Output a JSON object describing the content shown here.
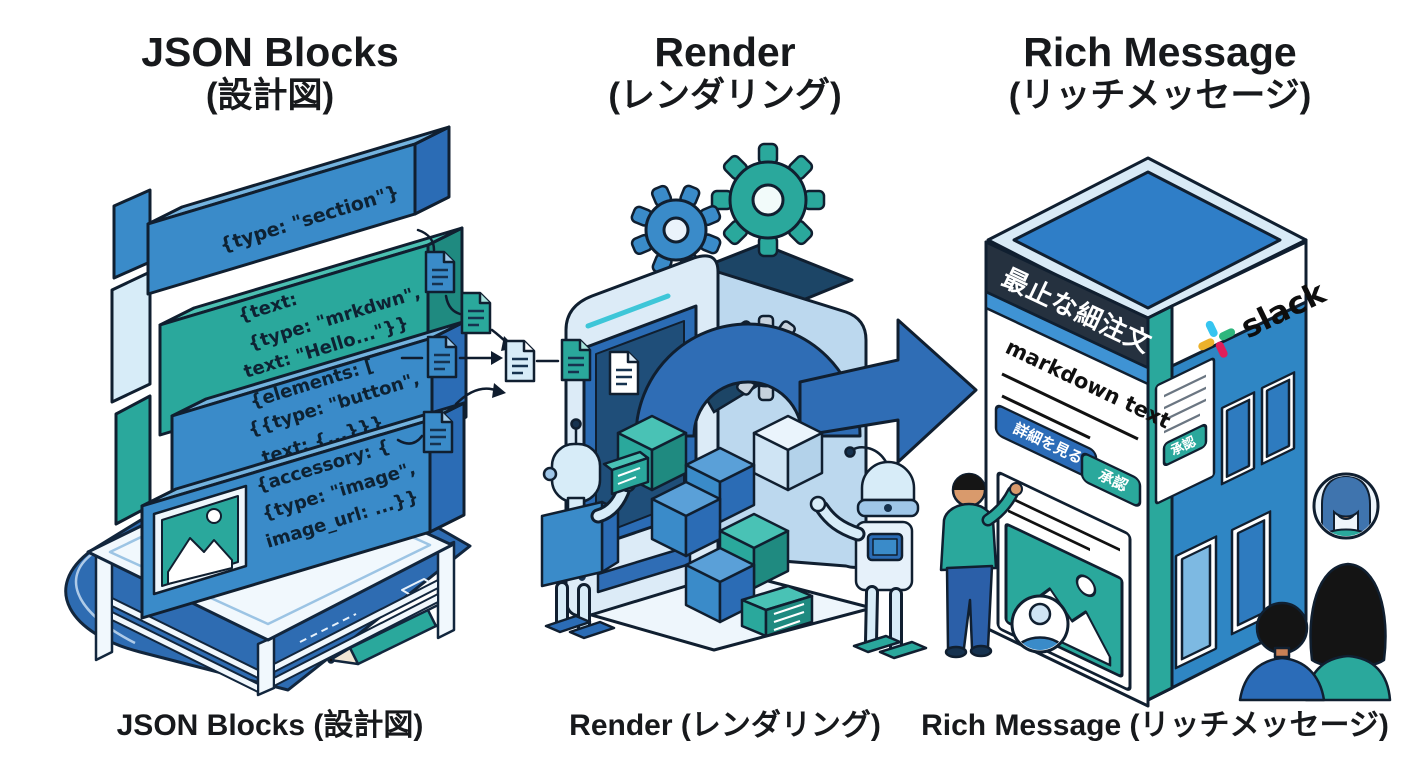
{
  "header": {
    "col1": {
      "title": "JSON Blocks",
      "subtitle": "(設計図)"
    },
    "col2": {
      "title": "Render",
      "subtitle": "(レンダリング)"
    },
    "col3": {
      "title": "Rich Message",
      "subtitle": "(リッチメッセージ)"
    }
  },
  "captions": {
    "col1": "JSON Blocks (設計図)",
    "col2": "Render (レンダリング)",
    "col3": "Rich Message (リッチメッセージ)"
  },
  "blocks": {
    "section": {
      "l1": "{type: \"section\"}"
    },
    "text": {
      "l1": "{text:",
      "l2": "{type: \"mrkdwn\",",
      "l3": "text: \"Hello...\"}}"
    },
    "elements": {
      "l1": "{elements: [",
      "l2": "{{type: \"button\",",
      "l3": "text: {...}}}"
    },
    "accessory": {
      "l1": "{accessory: {",
      "l2": "{type: \"image\",",
      "l3": "image_url: ...}}"
    }
  },
  "message": {
    "header": "最止な細注文",
    "body": "markdown text",
    "button_details": "詳細を見る",
    "button_approve": "承認",
    "side_button_approve": "承認",
    "brand": "slack"
  },
  "colors": {
    "block_blue": "#3a8bc9",
    "block_teal": "#2aa89c",
    "machine_light": "#dcebf7",
    "arrow_blue": "#2f6db5",
    "blueprint_blue": "#2e6cb2",
    "screen_navy": "#2b6cb5",
    "header_band": "#25313f",
    "button_blue": "#2b6cb8",
    "button_teal": "#2aa89c",
    "slack_blue": "#36C5F0",
    "slack_green": "#2EB67D",
    "slack_red": "#E01E5A",
    "slack_yellow": "#ECB22C"
  }
}
